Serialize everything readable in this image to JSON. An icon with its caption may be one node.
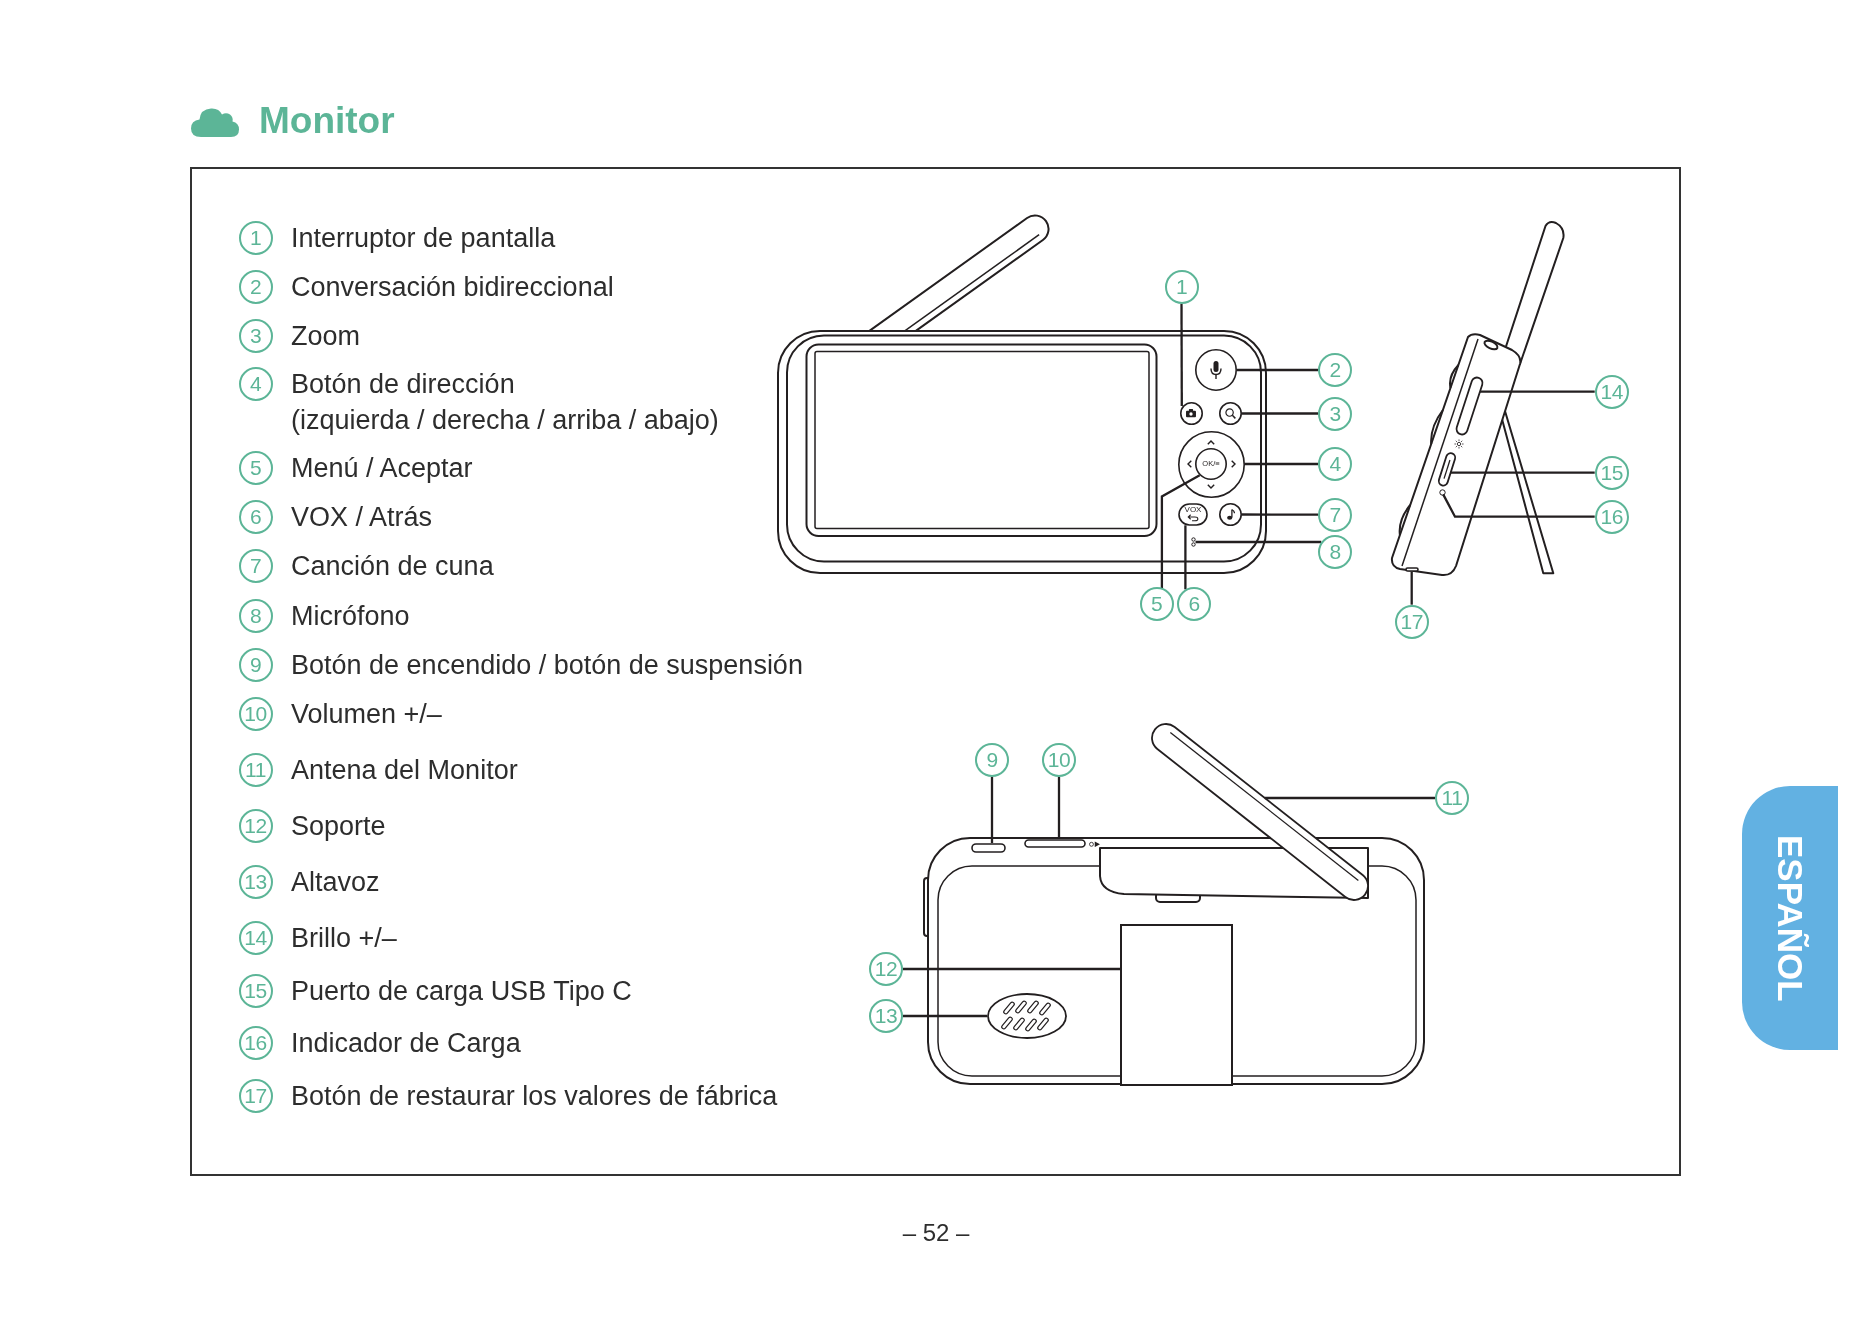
{
  "diagram": {
    "title": "Monitor",
    "nodes": [
      {
        "text": [
          "1"
        ],
        "beside": [
          "Interruptor de pantalla"
        ]
      },
      {
        "text": [
          "2"
        ],
        "beside": [
          "Conversación bidireccional"
        ]
      },
      {
        "text": [
          "3"
        ],
        "beside": [
          "Zoom"
        ]
      },
      {
        "text": [
          "4"
        ],
        "beside": [
          "Botón de dirección (izquierda / derecha / arriba / abajo)"
        ]
      },
      {
        "text": [
          "5"
        ],
        "beside": [
          "Menú / Aceptar"
        ]
      },
      {
        "text": [
          "6"
        ],
        "beside": [
          "VOX / Atrás"
        ]
      },
      {
        "text": [
          "7"
        ],
        "beside": [
          "Canción de cuna"
        ]
      },
      {
        "text": [
          "8"
        ],
        "beside": [
          "Micrófono"
        ]
      },
      {
        "text": [
          "9"
        ],
        "beside": [
          "Botón de encendido / botón de suspensión"
        ]
      },
      {
        "text": [
          "10"
        ],
        "beside": [
          "Volumen +/–"
        ]
      },
      {
        "text": [
          "11"
        ],
        "beside": [
          "Antena del Monitor"
        ]
      },
      {
        "text": [
          "12"
        ],
        "beside": [
          "Soporte"
        ]
      },
      {
        "text": [
          "13"
        ],
        "beside": [
          "Altavoz"
        ]
      },
      {
        "text": [
          "14"
        ],
        "beside": [
          "Brillo +/–"
        ]
      },
      {
        "text": [
          "15"
        ],
        "beside": [
          "Puerto de carga USB Tipo C"
        ]
      },
      {
        "text": [
          "16"
        ],
        "beside": [
          "Indicador de Carga"
        ]
      },
      {
        "text": [
          "17"
        ],
        "beside": [
          "Botón de restaurar los valores de fábrica"
        ]
      },
      {
        "text": [
          "1"
        ]
      },
      {
        "text": [
          "2"
        ]
      },
      {
        "text": [
          "3"
        ]
      },
      {
        "text": [
          "4"
        ]
      },
      {
        "text": [
          "5"
        ]
      },
      {
        "text": [
          "6"
        ]
      },
      {
        "text": [
          "7"
        ]
      },
      {
        "text": [
          "8"
        ]
      },
      {
        "text": [
          "9"
        ]
      },
      {
        "text": [
          "10"
        ]
      },
      {
        "text": [
          "11"
        ]
      },
      {
        "text": [
          "12"
        ]
      },
      {
        "text": [
          "13"
        ]
      },
      {
        "text": [
          "14"
        ]
      },
      {
        "text": [
          "15"
        ]
      },
      {
        "text": [
          "16"
        ]
      },
      {
        "text": [
          "17"
        ]
      },
      {
        "text": [],
        "shape": "circle"
      },
      {
        "text": [],
        "shape": "circle"
      },
      {
        "text": [],
        "shape": "circle"
      },
      {
        "text": [],
        "shape": "circle"
      },
      {
        "text": [
          "OK/≡"
        ],
        "in": 37
      },
      {
        "text": [
          "VOX"
        ]
      },
      {
        "text": [],
        "shape": "circle"
      },
      {
        "text": [],
        "shape": "circle"
      },
      {
        "text": [],
        "shape": "bar"
      },
      {
        "text": [],
        "shape": "bar"
      },
      {
        "text": [],
        "shape": "bar"
      },
      {
        "text": [],
        "shape": "box"
      },
      {
        "text": [],
        "shape": "picture"
      },
      {
        "text": [],
        "shape": "bar"
      },
      {
        "text": [],
        "shape": "bar"
      },
      {
        "text": [],
        "shape": "circle"
      },
      {
        "text": [],
        "shape": "bar"
      },
      {
        "text": [
          "ESPAÑOL"
        ]
      }
    ],
    "edges": [
      {
        "from": 17,
        "to": 34,
        "arrow": "none"
      },
      {
        "from": 18,
        "to": 35,
        "arrow": "none"
      },
      {
        "from": 19,
        "to": 36,
        "arrow": "none"
      },
      {
        "from": 20,
        "to": 37,
        "arrow": "none"
      },
      {
        "from": 21,
        "to": 38,
        "arrow": "none"
      },
      {
        "from": 22,
        "to": 39,
        "arrow": "none"
      },
      {
        "from": 23,
        "to": 40,
        "arrow": "none"
      },
      {
        "from": 24,
        "to": 41,
        "arrow": "none"
      },
      {
        "from": 25,
        "to": 42,
        "arrow": "none"
      },
      {
        "from": 26,
        "to": 43,
        "arrow": "none"
      },
      {
        "from": 27,
        "to": 44,
        "arrow": "none"
      },
      {
        "from": 28,
        "to": 45,
        "arrow": "none"
      },
      {
        "from": 29,
        "to": 46,
        "arrow": "none"
      },
      {
        "from": 30,
        "to": 47,
        "arrow": "none"
      },
      {
        "from": 31,
        "to": 48,
        "arrow": "none"
      },
      {
        "from": 32,
        "to": 49,
        "arrow": "none"
      },
      {
        "from": 33,
        "to": 50,
        "arrow": "none"
      }
    ],
    "labels": [
      "– 52 –"
    ]
  }
}
